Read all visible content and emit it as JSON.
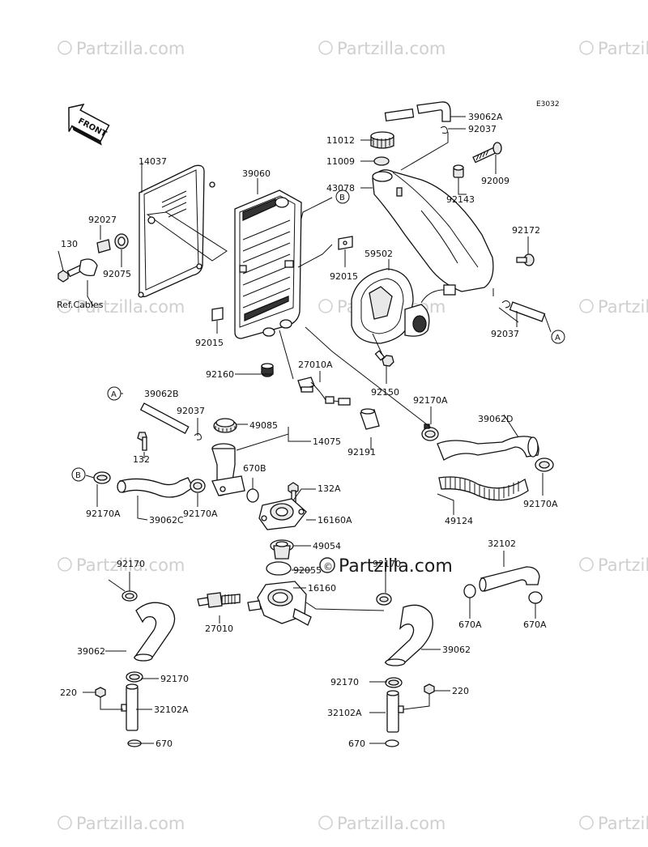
{
  "diagram_code": "E3032",
  "front_label": "FRONT",
  "ref_cables": "Ref.Cables",
  "watermark_text": "Partzilla.com",
  "center_watermark": "Partzilla.com",
  "callouts": {
    "A": "A",
    "B": "B"
  },
  "labels": {
    "p39062A": "39062A",
    "p92037a": "92037",
    "p11012": "11012",
    "p11009": "11009",
    "p92009": "92009",
    "p43078": "43078",
    "p92143": "92143",
    "p14037": "14037",
    "p39060": "39060",
    "p92027": "92027",
    "p130": "130",
    "p92075": "92075",
    "p92015a": "92015",
    "p59502": "59502",
    "p92172": "92172",
    "p92015b": "92015",
    "p92037b": "92037",
    "p92160": "92160",
    "p27010A": "27010A",
    "p92150": "92150",
    "p92170A_1": "92170A",
    "p39062B": "39062B",
    "p92037c": "92037",
    "p49085": "49085",
    "p14075": "14075",
    "p92191": "92191",
    "p39062D": "39062D",
    "p132": "132",
    "p670B": "670B",
    "p132A": "132A",
    "p16160A": "16160A",
    "p49124": "49124",
    "p92170A_2": "92170A",
    "p39062C": "39062C",
    "p92170A_3": "92170A",
    "p92170A_4": "92170A",
    "p49054": "49054",
    "p32102": "32102",
    "p92170a": "92170",
    "p92055": "92055",
    "p16160": "16160",
    "p92170b": "92170",
    "p27010": "27010",
    "p670A_1": "670A",
    "p670A_2": "670A",
    "p39062_l": "39062",
    "p39062_r": "39062",
    "p92170c": "92170",
    "p92170d": "92170",
    "p220_l": "220",
    "p220_r": "220",
    "p32102A_l": "32102A",
    "p32102A_r": "32102A",
    "p670_l": "670",
    "p670_r": "670"
  }
}
